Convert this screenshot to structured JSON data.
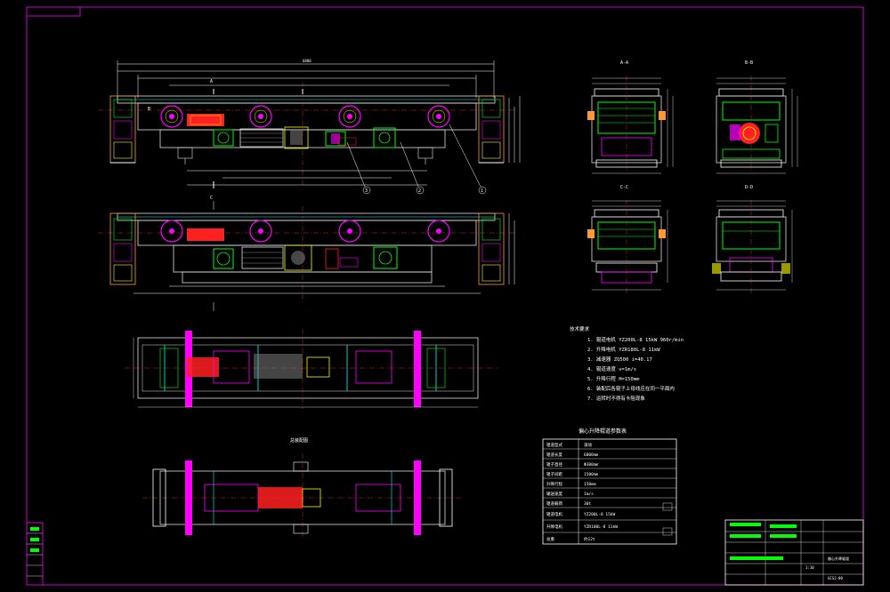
{
  "drawing": {
    "colors": {
      "background": "#000000",
      "border": "#d000d0",
      "dimension": "#ffffff",
      "outline": "#e0e0e0",
      "part_magenta": "#ff00ff",
      "part_green": "#00ff00",
      "part_yellow": "#ffff00",
      "part_red": "#ff2020",
      "part_cyan": "#00ffff",
      "part_orange": "#ff9933",
      "part_blue": "#4488ff",
      "centerline": "#ff3333"
    },
    "section_labels": [
      "A-A",
      "B-B",
      "C-C",
      "D-D"
    ],
    "callouts": [
      "3",
      "2",
      "1"
    ],
    "view_markers": [
      "A",
      "B",
      "C"
    ],
    "plan_view_title": "总装配图",
    "overall_dim": "6800",
    "table_title": "偏心升降辊道参数表",
    "table_rows": [
      {
        "label": "辊道型式",
        "value": "滚动"
      },
      {
        "label": "辊道长度",
        "value": "6800mm"
      },
      {
        "label": "辊子直径",
        "value": "Φ300mm"
      },
      {
        "label": "辊子间距",
        "value": "1500mm"
      },
      {
        "label": "升降行程",
        "value": "150mm"
      },
      {
        "label": "输送速度",
        "value": "1m/s"
      },
      {
        "label": "辊道载荷",
        "value": "30t"
      },
      {
        "label": "辊道电机",
        "value": "YZ200L-8 15kW"
      },
      {
        "label": "升降电机",
        "value": "YZR180L-8 11kW"
      },
      {
        "label": "总重",
        "value": "约12t"
      }
    ],
    "notes": [
      "技术要求",
      "1. 辊道电机 YZ200L-8 15kW 960r/min",
      "2. 升降电机 YZR180L-8 11kW",
      "3. 减速器 ZQ500 i=40.17",
      "4. 辊道速度 v=1m/s",
      "5. 升降行程 H=150mm",
      "6. 装配后各辊子上母线应在同一平面内",
      "7. 运转时不得有卡阻现象"
    ],
    "title_block": {
      "name": "偏心升降辊道",
      "drawing_no": "GCSJ-00",
      "scale": "1:10"
    }
  }
}
